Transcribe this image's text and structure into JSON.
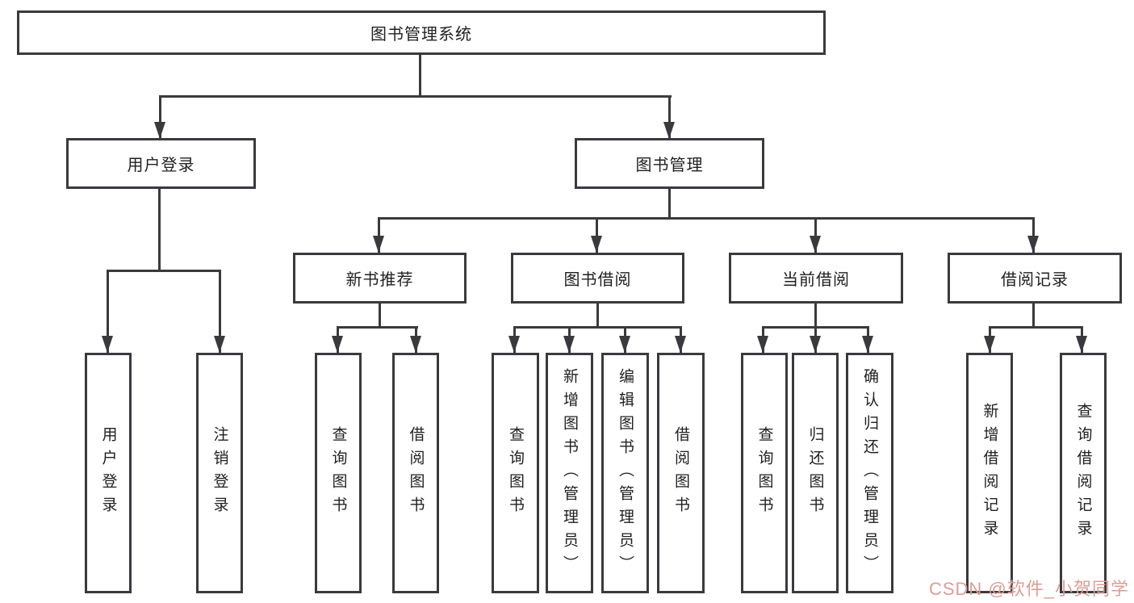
{
  "diagram": {
    "root": {
      "label": "图书管理系统"
    },
    "branches": [
      {
        "label": "用户登录",
        "children": [
          {
            "label": "用户登录"
          },
          {
            "label": "注销登录"
          }
        ]
      },
      {
        "label": "图书管理",
        "children": [
          {
            "label": "新书推荐",
            "children": [
              {
                "label": "查询图书"
              },
              {
                "label": "借阅图书"
              }
            ]
          },
          {
            "label": "图书借阅",
            "children": [
              {
                "label": "查询图书"
              },
              {
                "label": "新增图书（管理员）"
              },
              {
                "label": "编辑图书（管理员）"
              },
              {
                "label": "借阅图书"
              }
            ]
          },
          {
            "label": "当前借阅",
            "children": [
              {
                "label": "查询图书"
              },
              {
                "label": "归还图书"
              },
              {
                "label": "确认归还（管理员）"
              }
            ]
          },
          {
            "label": "借阅记录",
            "children": [
              {
                "label": "新增借阅记录"
              },
              {
                "label": "查询借阅记录"
              }
            ]
          }
        ]
      }
    ]
  },
  "watermark": {
    "text": "CSDN @软件_小贺同学"
  },
  "colors": {
    "line": "#3a3a3e",
    "text": "#1f1f1f",
    "background": "#ffffff",
    "watermark": "#dd9d95"
  }
}
